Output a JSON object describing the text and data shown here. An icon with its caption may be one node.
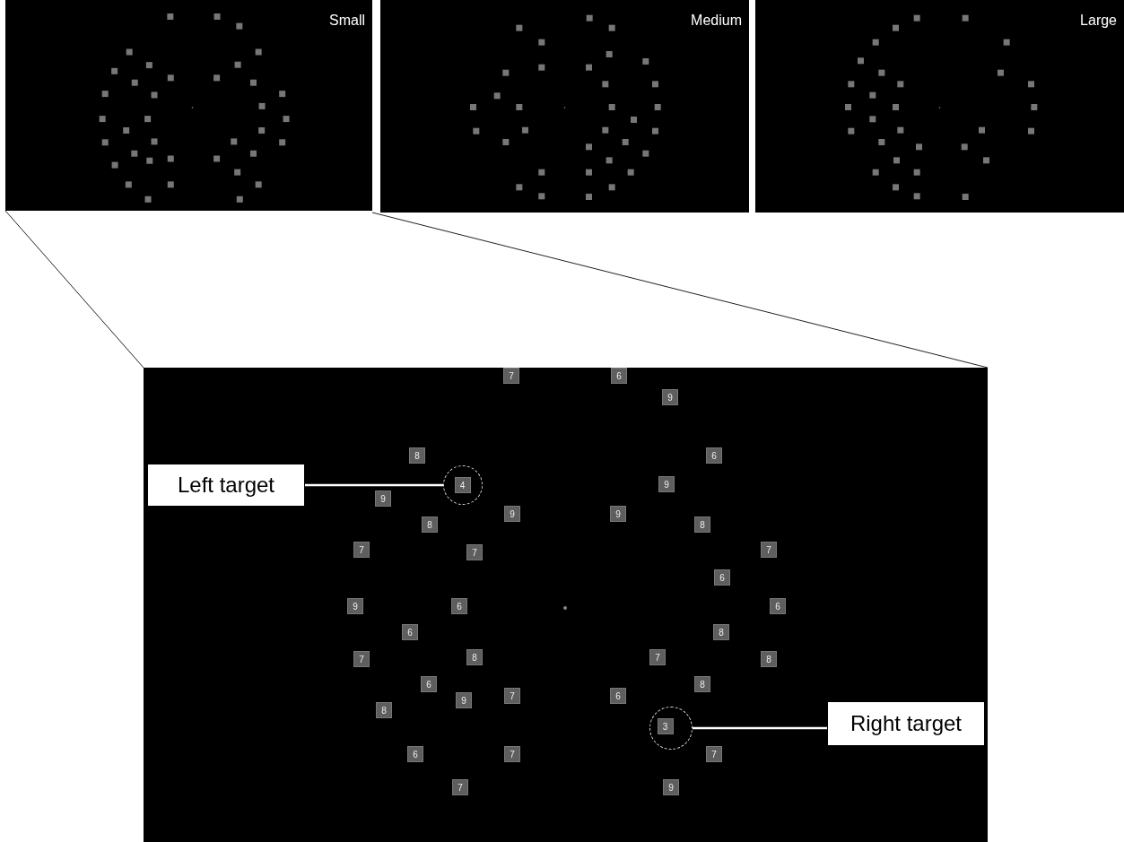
{
  "diagram": {
    "nodes": [
      {
        "text": [
          "Left target"
        ]
      },
      {
        "text": [],
        "shape": "circle"
      },
      {
        "text": [
          "4"
        ],
        "in": 1
      },
      {
        "text": [
          "Right target"
        ]
      },
      {
        "text": [],
        "shape": "circle"
      },
      {
        "text": [
          "3"
        ],
        "in": 4
      },
      {
        "text": [
          "7"
        ]
      },
      {
        "text": [
          "6"
        ]
      },
      {
        "text": [
          "9"
        ]
      },
      {
        "text": [
          "8"
        ]
      },
      {
        "text": [
          "6"
        ]
      },
      {
        "text": [
          "9"
        ]
      },
      {
        "text": [
          "9"
        ]
      },
      {
        "text": [
          "9"
        ]
      },
      {
        "text": [
          "9"
        ]
      },
      {
        "text": [
          "8"
        ]
      },
      {
        "text": [
          "8"
        ]
      },
      {
        "text": [
          "7"
        ]
      },
      {
        "text": [
          "7"
        ]
      },
      {
        "text": [
          "7"
        ]
      },
      {
        "text": [
          "6"
        ]
      },
      {
        "text": [
          "9"
        ]
      },
      {
        "text": [
          "6"
        ]
      },
      {
        "text": [
          "6"
        ]
      },
      {
        "text": [
          "6"
        ]
      },
      {
        "text": [
          "8"
        ]
      },
      {
        "text": [
          "8"
        ]
      },
      {
        "text": [
          "7"
        ]
      },
      {
        "text": [
          "7"
        ]
      },
      {
        "text": [
          "8"
        ]
      },
      {
        "text": [
          "6"
        ]
      },
      {
        "text": [
          "8"
        ]
      },
      {
        "text": [
          "7"
        ]
      },
      {
        "text": [
          "6"
        ]
      },
      {
        "text": [
          "9"
        ]
      },
      {
        "text": [
          "8"
        ]
      },
      {
        "text": [
          "6"
        ]
      },
      {
        "text": [
          "7"
        ]
      },
      {
        "text": [
          "7"
        ]
      },
      {
        "text": [
          "7"
        ]
      },
      {
        "text": [
          "9"
        ]
      }
    ],
    "edges": [
      {
        "from": 0,
        "to": 1,
        "arrow": "none"
      },
      {
        "from": 3,
        "to": 4,
        "arrow": "none"
      }
    ],
    "labels": [
      "Small",
      "Medium",
      "Large"
    ]
  }
}
